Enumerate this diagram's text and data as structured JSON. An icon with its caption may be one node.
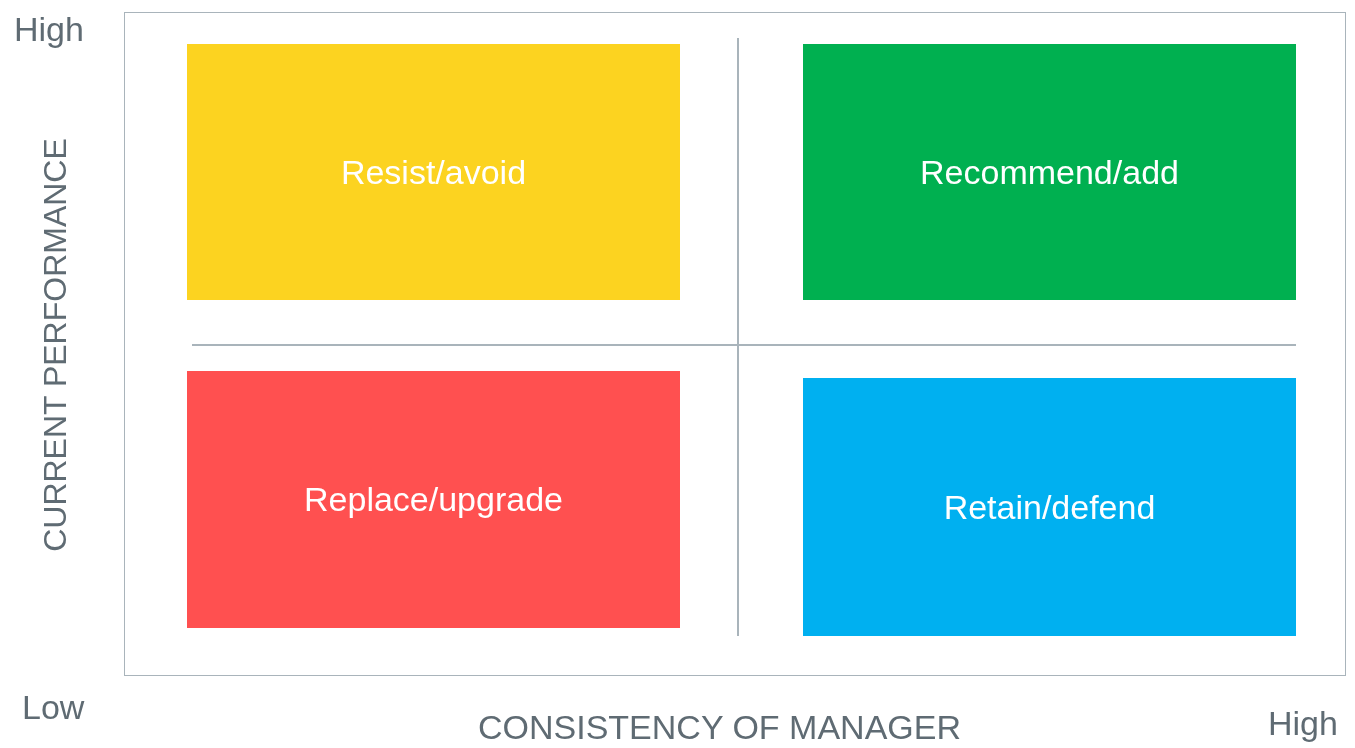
{
  "diagram": {
    "nodes": [
      {
        "text": [
          "Resist/avoid"
        ]
      },
      {
        "text": [
          "Recommend/add"
        ]
      },
      {
        "text": [
          "Replace/upgrade"
        ]
      },
      {
        "text": [
          "Retain/defend"
        ]
      }
    ],
    "labels": [
      "High",
      "CURRENT PERFORMANCE",
      "Low",
      "CONSISTENCY OF MANAGER",
      "High"
    ]
  }
}
